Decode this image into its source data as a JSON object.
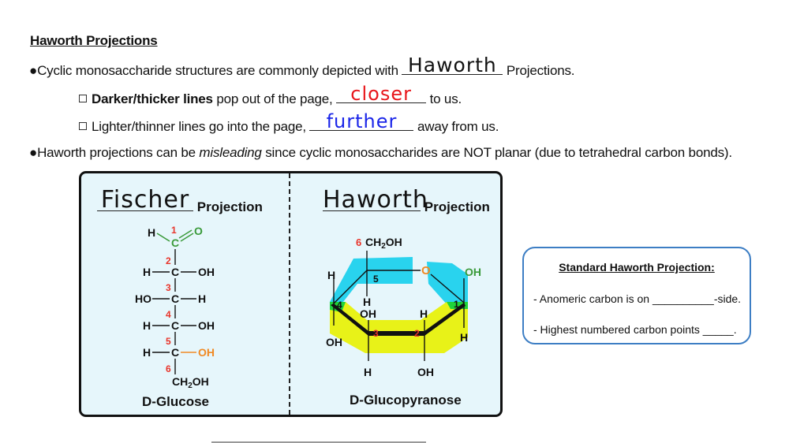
{
  "heading": "Haworth Projections",
  "bullets": [
    {
      "marker": "●",
      "before": "Cyclic monosaccharide structures are commonly depicted with ",
      "answer": "Haworth",
      "answer_color": "#111111",
      "after": " Projections."
    },
    {
      "marker": "□",
      "bold": "Darker/thicker lines",
      "before": " pop out of the page, ",
      "answer": "closer",
      "answer_color": "#e8161b",
      "after": " to us."
    },
    {
      "marker": "□",
      "before": "Lighter/thinner lines go into the page, ",
      "answer": "further",
      "answer_color": "#1a25e8",
      "after": " away from us."
    },
    {
      "marker": "●",
      "before": "Haworth projections can be ",
      "italic": "misleading",
      "after": " since cyclic monosaccharides are NOT planar (due to tetrahedral carbon bonds)."
    }
  ],
  "diagram": {
    "fischer": {
      "handwritten": "Fischer",
      "label": "Projection",
      "name": "D-Glucose",
      "carbons": [
        {
          "num": "1",
          "left": "H",
          "center": "C",
          "right": "O",
          "color": "#3a9a3a"
        },
        {
          "num": "2",
          "left": "H",
          "center": "C",
          "right": "OH"
        },
        {
          "num": "3",
          "left": "HO",
          "center": "C",
          "right": "H"
        },
        {
          "num": "4",
          "left": "H",
          "center": "C",
          "right": "OH"
        },
        {
          "num": "5",
          "left": "H",
          "center": "C",
          "right": "OH",
          "right_color": "#f08a24"
        },
        {
          "num": "6",
          "center": "CH2OH"
        }
      ]
    },
    "haworth": {
      "handwritten": "Haworth",
      "label": "Projection",
      "name": "D-Glucopyranose",
      "ring_oxygen": "O",
      "c6_group": "CH2OH",
      "substituents": {
        "c1_up": "OH",
        "c1_down": "H",
        "c2_up": "H",
        "c2_down": "OH",
        "c3_up": "OH",
        "c3_down": "H",
        "c4_up": "H",
        "c4_down": "OH",
        "c5_down": "H"
      },
      "numbers": [
        "1",
        "2",
        "3",
        "4",
        "5",
        "6"
      ],
      "highlight_colors": {
        "back": "#29d3ee",
        "front": "#e8f218",
        "overlap": "#1fd43a"
      }
    },
    "bg_color": "#e6f6fb"
  },
  "note": {
    "title": "Standard Haworth Projection:",
    "lines": [
      "- Anomeric carbon is on __________-side.",
      "- Highest numbered carbon points _____."
    ],
    "border_color": "#3d7ec4"
  },
  "colors": {
    "carbon_number": "#e8342a",
    "c1_green": "#3a9a3a",
    "ring_oxygen_orange": "#f08a24"
  }
}
